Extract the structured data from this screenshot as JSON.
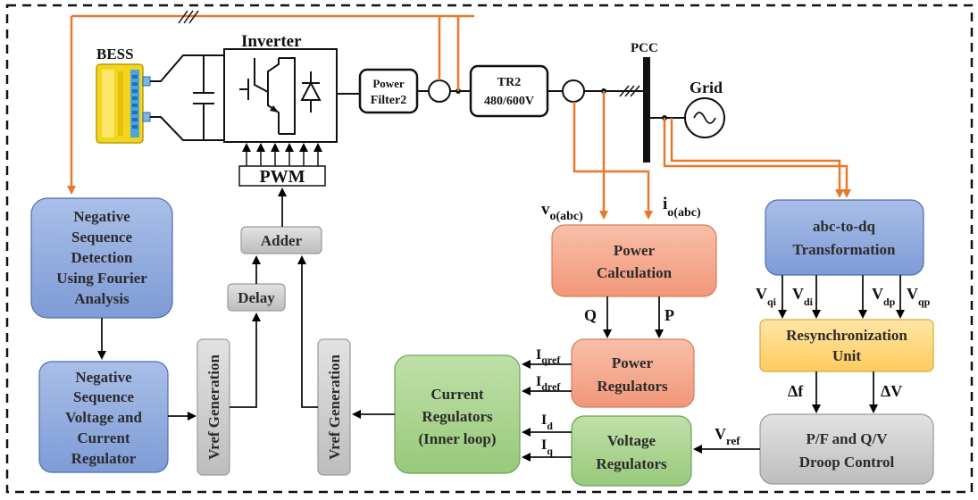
{
  "power_stage": {
    "bess_label": "BESS",
    "inverter_label": "Inverter",
    "pwm_label": "PWM",
    "filter_lines": [
      "Power",
      "Filter2"
    ],
    "transformer_lines": [
      "TR2",
      "480/600V"
    ],
    "pcc_label": "PCC",
    "grid_label": "Grid"
  },
  "blocks": {
    "negative_sequence_detection": [
      "Negative",
      "Sequence",
      "Detection",
      "Using Fourier",
      "Analysis"
    ],
    "negative_sequence_regulator": [
      "Negative",
      "Sequence",
      "Voltage and",
      "Current",
      "Regulator"
    ],
    "vref_generation_1": "Vref Generation",
    "vref_generation_2": "Vref Generation",
    "delay": "Delay",
    "adder": "Adder",
    "current_regulators": [
      "Current",
      "Regulators",
      "(Inner loop)"
    ],
    "power_calculation": [
      "Power",
      "Calculation"
    ],
    "power_regulators": [
      "Power",
      "Regulators"
    ],
    "voltage_regulators": [
      "Voltage",
      "Regulators"
    ],
    "abc_to_dq": [
      "abc-to-dq",
      "Transformation"
    ],
    "resynchronization": [
      "Resynchronization",
      "Unit"
    ],
    "droop_control": [
      "P/F and Q/V",
      "Droop Control"
    ]
  },
  "signals": {
    "v_abc": {
      "base": "v",
      "sub": "o(abc)"
    },
    "i_abc": {
      "base": "i",
      "sub": "o(abc)"
    },
    "q": "Q",
    "p": "P",
    "v_qi": {
      "base": "V",
      "sub": "qi"
    },
    "v_di": {
      "base": "V",
      "sub": "di"
    },
    "v_dp": {
      "base": "V",
      "sub": "dp"
    },
    "v_qp": {
      "base": "V",
      "sub": "qp"
    },
    "delta_f": "Δf",
    "delta_v": "ΔV",
    "i_qref": {
      "base": "I",
      "sub": "qref"
    },
    "i_dref": {
      "base": "I",
      "sub": "dref"
    },
    "i_d": {
      "base": "I",
      "sub": "d"
    },
    "i_q": {
      "base": "I",
      "sub": "q"
    },
    "v_ref": {
      "base": "V",
      "sub": "ref"
    }
  },
  "colors": {
    "power_line": "#E8782A",
    "blue_fill": "#8FA9DC",
    "blue_stroke": "#4F6FB0",
    "orange_fill": "#F4A48A",
    "orange_stroke": "#D77A5E",
    "green_fill": "#A9D38E",
    "green_stroke": "#6FA255",
    "yellow_fill": "#FFD77A",
    "yellow_stroke": "#D9A93A",
    "gray_fill": "#D0D0D0",
    "gray_stroke": "#9A9A9A",
    "bess_fill": "#F5D51B",
    "bess_blue": "#4BA3E0"
  }
}
